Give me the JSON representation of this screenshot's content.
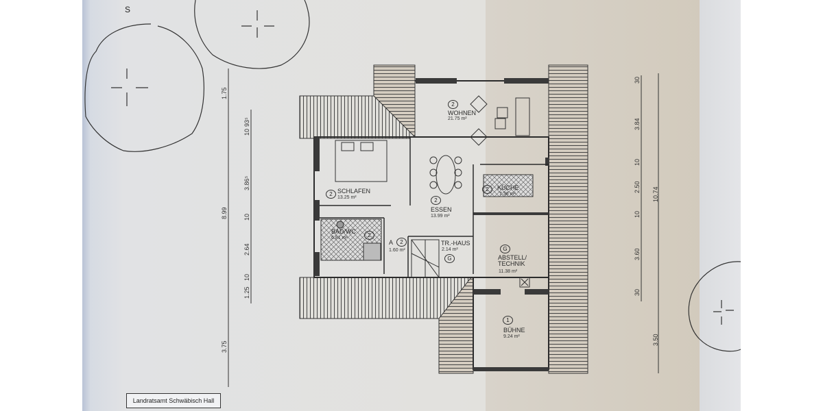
{
  "document": {
    "type": "floor plan (Dachgeschoss)",
    "stamp": "Landratsamt Schwäbisch Hall",
    "corner_mark": "S"
  },
  "rooms": [
    {
      "id": "wohnen",
      "number": "2",
      "name": "WOHNEN",
      "area": "21.75 m²"
    },
    {
      "id": "schlafen",
      "number": "2",
      "name": "SCHLAFEN",
      "area": "13.25 m²"
    },
    {
      "id": "essen",
      "number": "2",
      "name": "ESSEN",
      "area": "13.99 m²"
    },
    {
      "id": "kueche",
      "number": "2",
      "name": "KÜCHE",
      "area": "7.36 m²"
    },
    {
      "id": "bad",
      "number": "2",
      "name": "BAD/WC",
      "area": "6.81 m²"
    },
    {
      "id": "a",
      "number": "2",
      "name": "A",
      "area": "1.60 m²"
    },
    {
      "id": "trhaus",
      "number": "G",
      "name": "TR.-HAUS",
      "area": "2.14 m²"
    },
    {
      "id": "abstell",
      "number": "G",
      "name": "ABSTELL/ TECHNIK",
      "area": "11.38 m²"
    },
    {
      "id": "buehne",
      "number": "1",
      "name": "BÜHNE",
      "area": "9.24 m²"
    }
  ],
  "dimensions": {
    "left_outer": [
      "1.75",
      "8.99",
      "3.75"
    ],
    "left_inner": [
      "10",
      "93⁵",
      "3.86⁵",
      "10",
      "2.64",
      "10",
      "1.25"
    ],
    "right_inner": [
      "30",
      "3.84",
      "10",
      "2.50",
      "10",
      "3.60",
      "30"
    ],
    "right_outer": [
      "10.74",
      "3.50"
    ]
  },
  "colors": {
    "line": "#2b2b2b",
    "wall_fill": "#3a3a3a",
    "paper_left": "#e2e1dd",
    "paper_right": "#d2cabc"
  }
}
